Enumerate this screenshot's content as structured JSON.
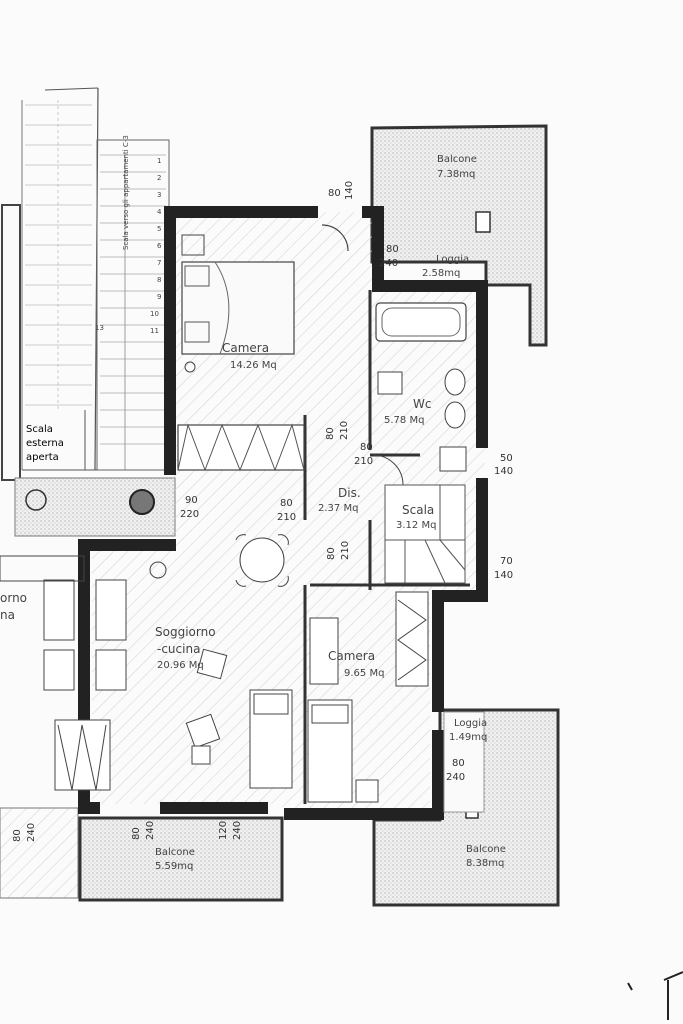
{
  "rooms": {
    "balcone_top": {
      "name": "Balcone",
      "area": "7.38mq"
    },
    "loggia_top": {
      "name": "Loggia",
      "area": "2.58mq"
    },
    "camera_1": {
      "name": "Camera",
      "area": "14.26 Mq"
    },
    "wc": {
      "name": "Wc",
      "area": "5.78 Mq"
    },
    "dis": {
      "name": "Dis.",
      "area": "2.37 Mq"
    },
    "scala_int": {
      "name": "Scala",
      "area": "3.12 Mq"
    },
    "soggiorno": {
      "name": "Soggiorno",
      "name2": "-cucina",
      "area": "20.96 Mq"
    },
    "camera_2": {
      "name": "Camera",
      "area": "9.65 Mq"
    },
    "loggia_bottom": {
      "name": "Loggia",
      "area": "1.49mq"
    },
    "balcone_bl": {
      "name": "Balcone",
      "area": "5.59mq"
    },
    "balcone_br": {
      "name": "Balcone",
      "area": "8.38mq"
    },
    "scala_esterna": {
      "line1": "Scala",
      "line2": "esterna",
      "line3": "aperta"
    },
    "neighbor": {
      "line1": "orno",
      "line2": "na"
    }
  },
  "openings": {
    "d_top_w": "80",
    "d_top_h": "140",
    "d_loggia_w": "80",
    "d_loggia_h": "240",
    "d_cam1_w": "80",
    "d_cam1_h": "210",
    "d_wc_w": "80",
    "d_wc_h": "210",
    "d_wcwin_w": "50",
    "d_wcwin_h": "140",
    "d_entry_w": "90",
    "d_entry_h": "220",
    "d_dis_w": "80",
    "d_dis_h": "210",
    "d_cam2_w": "80",
    "d_cam2_h": "210",
    "d_scalawin_w": "70",
    "d_scalawin_h": "140",
    "d_loggia2_w": "80",
    "d_loggia2_h": "240",
    "d_bal1_w": "80",
    "d_bal1_h": "240",
    "d_bal2_w": "80",
    "d_bal2_h": "240",
    "d_bal3_w": "120",
    "d_bal3_h": "240"
  },
  "stair": {
    "steps": [
      "1",
      "2",
      "3",
      "4",
      "5",
      "6",
      "7",
      "8",
      "9",
      "10",
      "11"
    ],
    "label": "Scala verso gli appartamenti C-3",
    "landing_label": "13"
  }
}
